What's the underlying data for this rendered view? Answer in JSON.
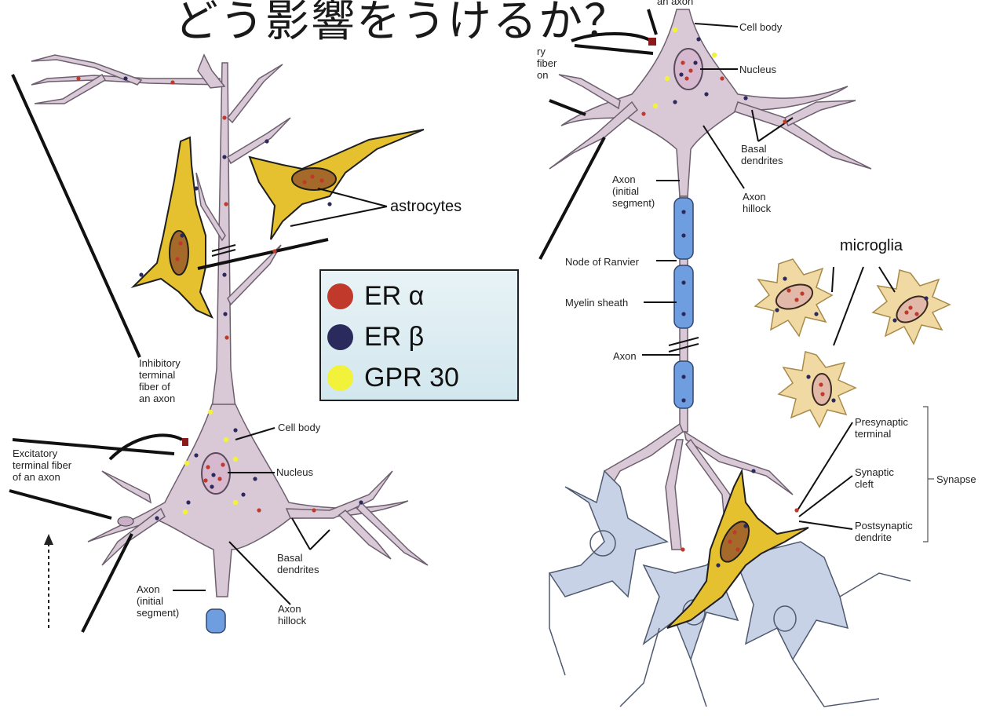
{
  "title": "どう影響をうけるか？",
  "legend": {
    "items": [
      {
        "label": "ER α",
        "color": "#c0392b"
      },
      {
        "label": "ER β",
        "color": "#2b2a5c"
      },
      {
        "label": "GPR 30",
        "color": "#f2f23a"
      }
    ]
  },
  "left_labels": {
    "astrocytes": "astrocytes",
    "inhibitory": "Inhibitory\nterminal\nfiber of\nan axon",
    "cell_body": "Cell body",
    "excitatory": "Excitatory\nterminal fiber\nof an axon",
    "nucleus": "Nucleus",
    "basal_dendrites": "Basal\ndendrites",
    "axon_initial": "Axon\n(initial\nsegment)",
    "axon_hillock": "Axon\nhillock"
  },
  "right_labels": {
    "an_axon": "an axon",
    "cell_body": "Cell body",
    "fiber_fragment": "ry\nfiber\non",
    "nucleus": "Nucleus",
    "basal_dendrites": "Basal\ndendrites",
    "axon_initial": "Axon\n(initial\nsegment)",
    "axon_hillock": "Axon\nhillock",
    "microglia": "microglia",
    "node_of_ranvier": "Node of Ranvier",
    "myelin_sheath": "Myelin sheath",
    "axon": "Axon",
    "presynaptic": "Presynaptic\nterminal",
    "synaptic_cleft": "Synaptic\ncleft",
    "synapse": "Synapse",
    "postsynaptic": "Postsynaptic\ndendrite"
  },
  "colors": {
    "neuron_fill": "#d9c9d6",
    "neuron_stroke": "#6d5f6f",
    "astrocyte_fill": "#e6c12f",
    "astrocyte_nucleus": "#a5692a",
    "microglia_fill": "#f1d9a4",
    "myelin": "#6f9ee0",
    "dendrite_fill": "#c7d2e6"
  }
}
